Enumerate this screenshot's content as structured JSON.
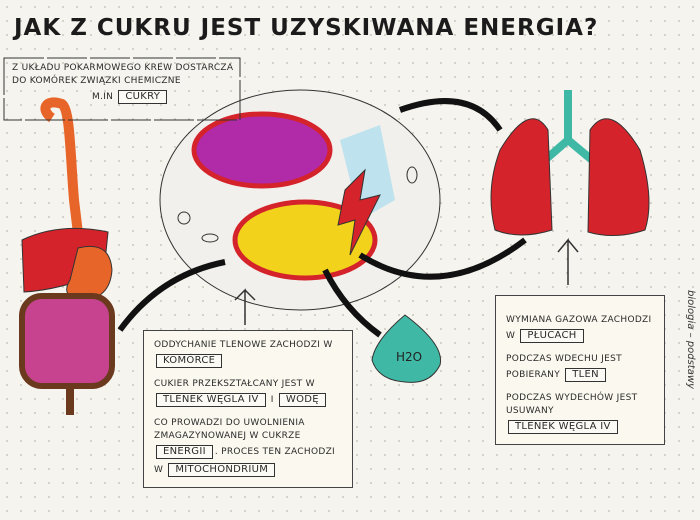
{
  "title": "JAK Z CUKRU JEST UZYSKIWANA ENERGIA?",
  "side_label": "biologia – podstawy",
  "intro": {
    "text": "Z UKŁADU POKARMOWEGO KREW DOSTARCZA DO KOMÓREK ZWIĄZKI CHEMICZNE",
    "prefix": "M.IN",
    "answer": "CUKRY"
  },
  "cell_card": {
    "l1": "ODDYCHANIE TLENOWE ZACHODZI W",
    "a1": "KOMÓRCE",
    "l2": "CUKIER PRZEKSZTAŁCANY JEST W",
    "a2": "TLENEK WĘGLA IV",
    "and": "I",
    "a3": "WODĘ",
    "l3": "CO PROWADZI DO UWOLNIENIA ZMAGAZYNOWANEJ W CUKRZE",
    "a4": "ENERGII",
    "l4": ". PROCES TEN ZACHODZI W",
    "a5": "MITOCHONDRIUM"
  },
  "lung_card": {
    "l1": "WYMIANA GAZOWA ZACHODZI W",
    "a1": "PŁUCACH",
    "l2": "PODCZAS WDECHU JEST POBIERANY",
    "a2": "TLEN",
    "l3": "PODCZAS WYDECHÓW JEST USUWANY",
    "a3": "TLENEK WĘGLA IV"
  },
  "water_label": "H2O",
  "colors": {
    "organ_red": "#d4232b",
    "intestine": "#c7438f",
    "mito_yellow": "#f2d21a",
    "water": "#3fb9a6",
    "nucleus": "#b12aa8",
    "orange": "#e8652a"
  }
}
